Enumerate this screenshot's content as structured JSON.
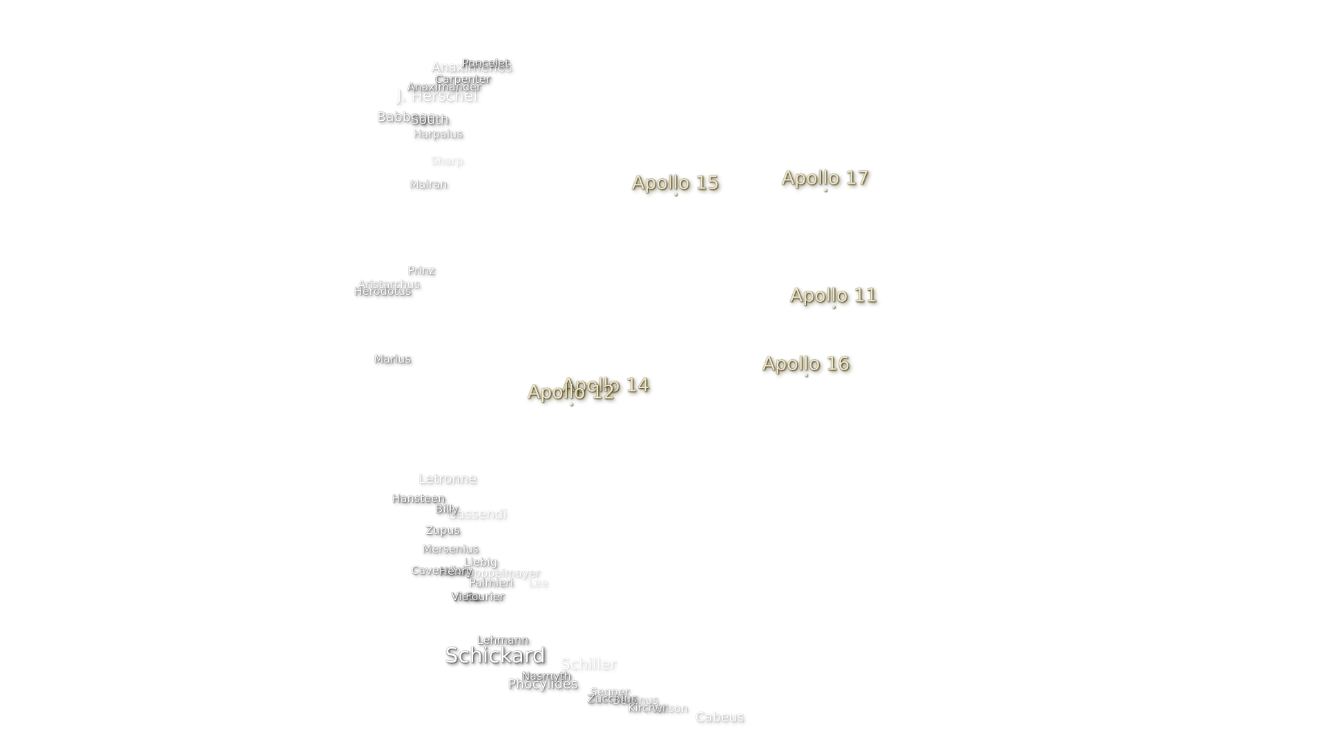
{
  "craters": [
    {
      "name": "Poncelet",
      "size": "s1",
      "fade": 1.0
    },
    {
      "name": "Anaximenes",
      "size": "s2",
      "fade": 0.35
    },
    {
      "name": "Carpenter",
      "size": "s1",
      "fade": 0.9
    },
    {
      "name": "Anaximander",
      "size": "s1",
      "fade": 0.8
    },
    {
      "name": "J. Herschel",
      "size": "s3",
      "fade": 0.3
    },
    {
      "name": "Babbage",
      "size": "s2",
      "fade": 0.6
    },
    {
      "name": "South",
      "size": "s2",
      "fade": 0.75
    },
    {
      "name": "Harpalus",
      "size": "s1",
      "fade": 0.55
    },
    {
      "name": "Sharp",
      "size": "s1",
      "fade": 0.2
    },
    {
      "name": "Mairan",
      "size": "s1",
      "fade": 0.5
    },
    {
      "name": "Prinz",
      "size": "s1",
      "fade": 0.55
    },
    {
      "name": "Aristarchus",
      "size": "s1",
      "fade": 0.45
    },
    {
      "name": "Herodotus",
      "size": "s1",
      "fade": 0.7
    },
    {
      "name": "Marius",
      "size": "s1",
      "fade": 0.75
    },
    {
      "name": "Letronne",
      "size": "s2",
      "fade": 0.35
    },
    {
      "name": "Hansteen",
      "size": "s1",
      "fade": 0.8
    },
    {
      "name": "Billy",
      "size": "s1",
      "fade": 0.8
    },
    {
      "name": "Gassendi",
      "size": "s2",
      "fade": 0.25
    },
    {
      "name": "Zupus",
      "size": "s1",
      "fade": 0.75
    },
    {
      "name": "Mersenius",
      "size": "s1",
      "fade": 0.65
    },
    {
      "name": "Liebig",
      "size": "s1",
      "fade": 0.6
    },
    {
      "name": "Cavendish",
      "size": "s1",
      "fade": 0.7
    },
    {
      "name": "Henry",
      "size": "s1",
      "fade": 0.9
    },
    {
      "name": "Doppelmayer",
      "size": "s1",
      "fade": 0.3
    },
    {
      "name": "Palmieri",
      "size": "s1",
      "fade": 0.6
    },
    {
      "name": "Lee",
      "size": "s1",
      "fade": 0.2
    },
    {
      "name": "Vieta",
      "size": "s1",
      "fade": 1.0
    },
    {
      "name": "Fourier",
      "size": "s1",
      "fade": 0.8
    },
    {
      "name": "Lehmann",
      "size": "s1",
      "fade": 0.9
    },
    {
      "name": "Schickard",
      "size": "s4",
      "fade": 0.9
    },
    {
      "name": "Schiller",
      "size": "s3",
      "fade": 0.2
    },
    {
      "name": "Nasmyth",
      "size": "s1",
      "fade": 0.95
    },
    {
      "name": "Phocylides",
      "size": "s2",
      "fade": 0.7
    },
    {
      "name": "Segner",
      "size": "s1",
      "fade": 0.55
    },
    {
      "name": "Zucchius",
      "size": "s1",
      "fade": 0.9
    },
    {
      "name": "Bettinus",
      "size": "s1",
      "fade": 0.45
    },
    {
      "name": "Kircher",
      "size": "s1",
      "fade": 0.7
    },
    {
      "name": "Wilson",
      "size": "s1",
      "fade": 0.35
    },
    {
      "name": "Cabeus",
      "size": "s2",
      "fade": 0.35
    }
  ],
  "apollo_sites": [
    {
      "name": "Apollo 15"
    },
    {
      "name": "Apollo 17"
    },
    {
      "name": "Apollo 11"
    },
    {
      "name": "Apollo 16"
    },
    {
      "name": "Apollo 14"
    },
    {
      "name": "Apollo 12"
    }
  ],
  "colors": {
    "background": "#ffffff",
    "crater_label": "#ffffff",
    "apollo_label": "#efe7c9"
  }
}
